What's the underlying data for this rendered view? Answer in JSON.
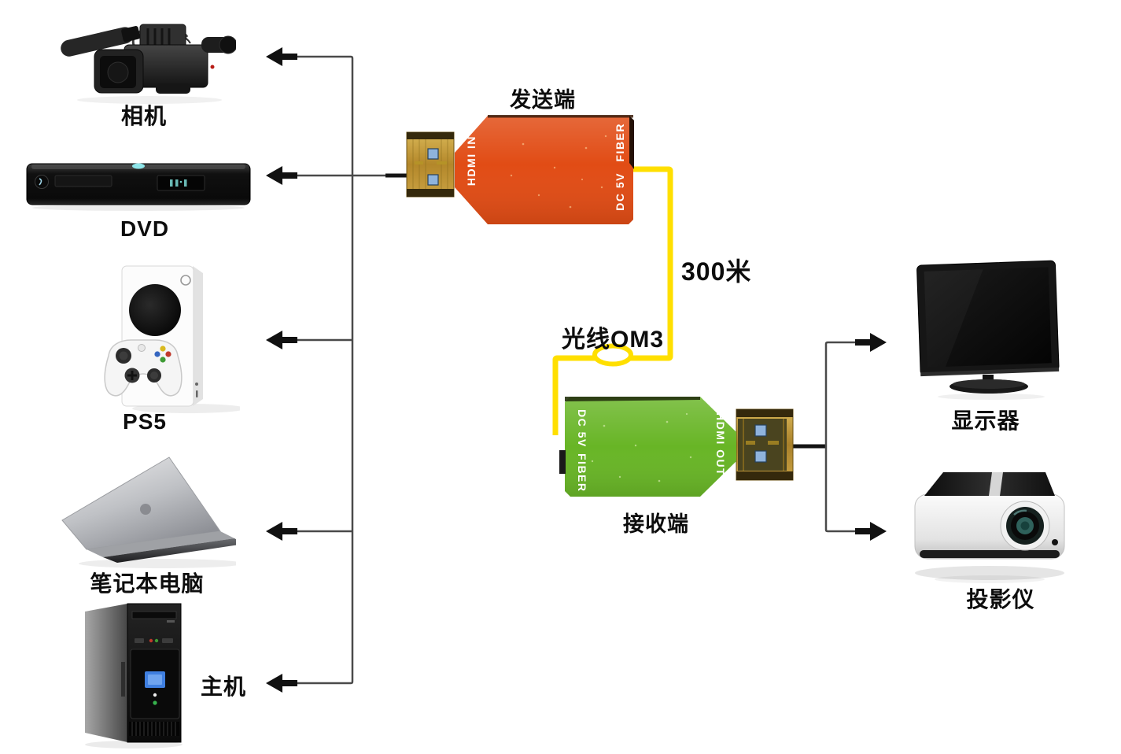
{
  "diagram": {
    "sender": {
      "label": "发送端",
      "ports": {
        "hdmi_in": "HDMI IN",
        "fiber": "FIBER",
        "dc": "DC 5V"
      }
    },
    "receiver": {
      "label": "接收端",
      "ports": {
        "dc": "DC 5V",
        "fiber": "FIBER",
        "hdmi_out": "HDMI OUT"
      }
    },
    "cable": {
      "length": "300米",
      "type": "光线OM3"
    },
    "sources": [
      {
        "label": "相机"
      },
      {
        "label": "DVD"
      },
      {
        "label": "PS5"
      },
      {
        "label": "笔记本电脑"
      },
      {
        "label": "主机"
      }
    ],
    "outputs": [
      {
        "label": "显示器"
      },
      {
        "label": "投影仪"
      }
    ],
    "colors": {
      "sender_body": "#e14c15",
      "receiver_body": "#68b526",
      "fiber": "#ffdf00",
      "wire": "#4a4a4a",
      "arrow": "#111111"
    }
  }
}
